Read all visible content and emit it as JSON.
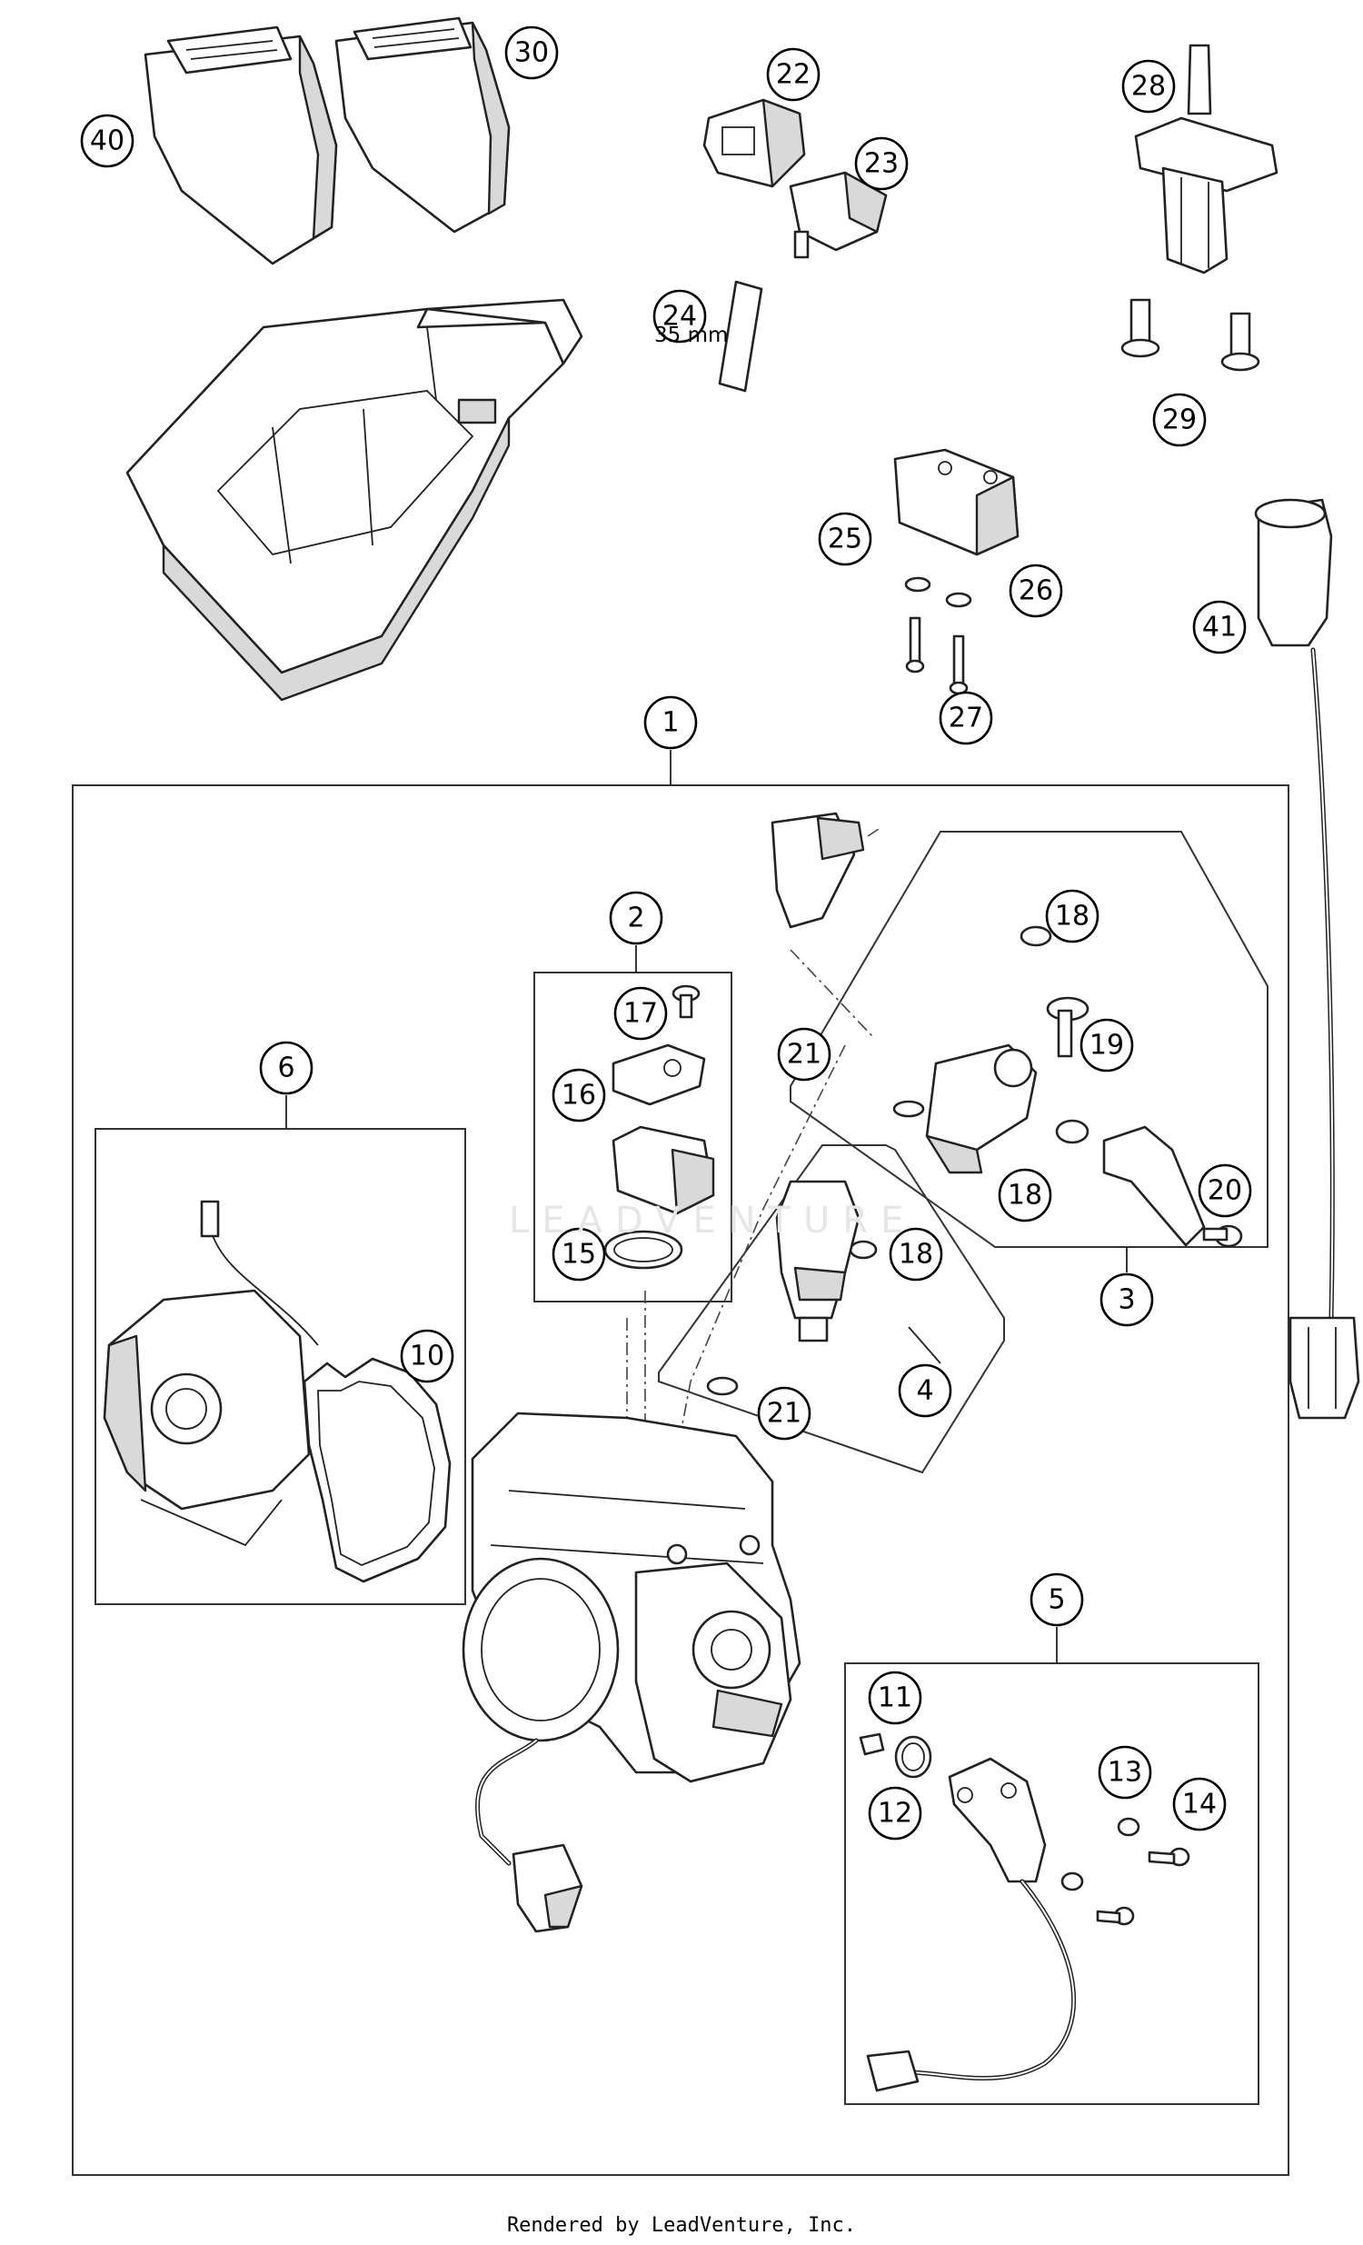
{
  "footer": "Rendered by LeadVenture, Inc.",
  "watermark": "LEADVENTURE",
  "dimension_label": "35 mm",
  "callouts": {
    "c1": "1",
    "c2": "2",
    "c3": "3",
    "c4": "4",
    "c5": "5",
    "c6": "6",
    "c10": "10",
    "c11": "11",
    "c12": "12",
    "c13": "13",
    "c14": "14",
    "c15": "15",
    "c16": "16",
    "c17": "17",
    "c18a": "18",
    "c18b": "18",
    "c18c": "18",
    "c19": "19",
    "c20": "20",
    "c21a": "21",
    "c21b": "21",
    "c22": "22",
    "c23": "23",
    "c24": "24",
    "c25": "25",
    "c26": "26",
    "c27": "27",
    "c28": "28",
    "c29": "29",
    "c30": "30",
    "c40": "40",
    "c41": "41"
  }
}
